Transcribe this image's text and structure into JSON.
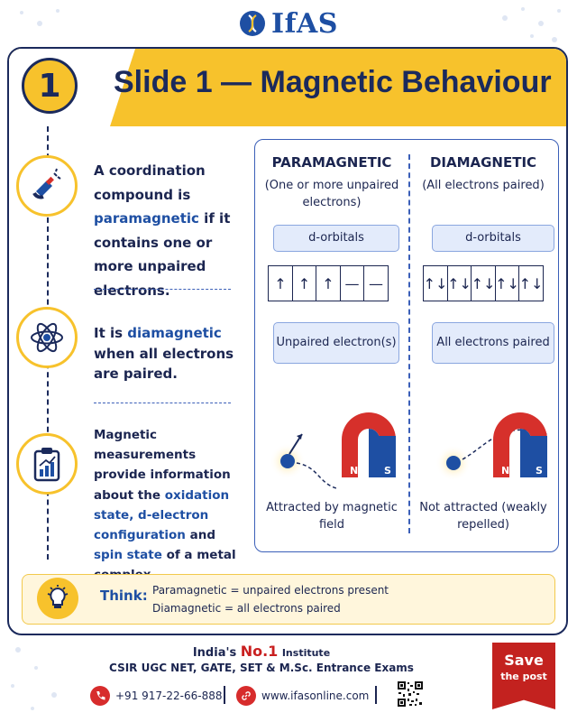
{
  "brand": {
    "logo_text": "IfAS",
    "logo_icon": "dna-icon"
  },
  "slide": {
    "number": "1",
    "title": "Slide 1 — Magnetic Behaviour"
  },
  "points": [
    {
      "icon": "magnet-icon",
      "pre": "A coordination compound is",
      "highlight": "paramagnetic",
      "post": "if it contains one or more unpaired electrons."
    },
    {
      "icon": "atom-icon",
      "pre": "It is",
      "highlight": "diamagnetic",
      "post": "when all electrons are paired."
    },
    {
      "icon": "clipboard-chart-icon",
      "pre": "Magnetic measurements provide information about the",
      "h1": "oxidation state, d-electron configuration",
      "mid": "and",
      "h2": "spin state",
      "post": "of a metal complex."
    }
  ],
  "paramagnetic": {
    "title": "PARAMAGNETIC",
    "subtitle": "(One or more unpaired electrons)",
    "orbitals_label": "d-orbitals",
    "orbitals": [
      "↑",
      "↑",
      "↑",
      "—",
      "—"
    ],
    "electron_label": "Unpaired electron(s)",
    "caption": "Attracted by magnetic field"
  },
  "diamagnetic": {
    "title": "DIAMAGNETIC",
    "subtitle": "(All electrons paired)",
    "orbitals_label": "d-orbitals",
    "orbitals": [
      "↑↓",
      "↑↓",
      "↑↓",
      "↑↓",
      "↑↓"
    ],
    "electron_label": "All electrons paired",
    "caption": "Not attracted (weakly repelled)"
  },
  "magnet": {
    "north": "N",
    "south": "S",
    "colors": {
      "north": "#d6302b",
      "south": "#1e4fa3"
    }
  },
  "think": {
    "label": "Think:",
    "line1": "Paramagnetic = unpaired electrons present",
    "line2": "Diamagnetic = all electrons paired"
  },
  "footer": {
    "prefix": "India's",
    "highlight": "No.1",
    "suffix": "Institute",
    "exams": "CSIR UGC NET, GATE, SET & M.Sc. Entrance Exams",
    "phone": "+91 917-22-66-888",
    "website": "www.ifasonline.com"
  },
  "save": {
    "line1": "Save",
    "line2": "the post"
  },
  "colors": {
    "accent": "#f7c22c",
    "navy": "#1b2a5c",
    "blue": "#1e4fa3",
    "red": "#c3221f"
  }
}
